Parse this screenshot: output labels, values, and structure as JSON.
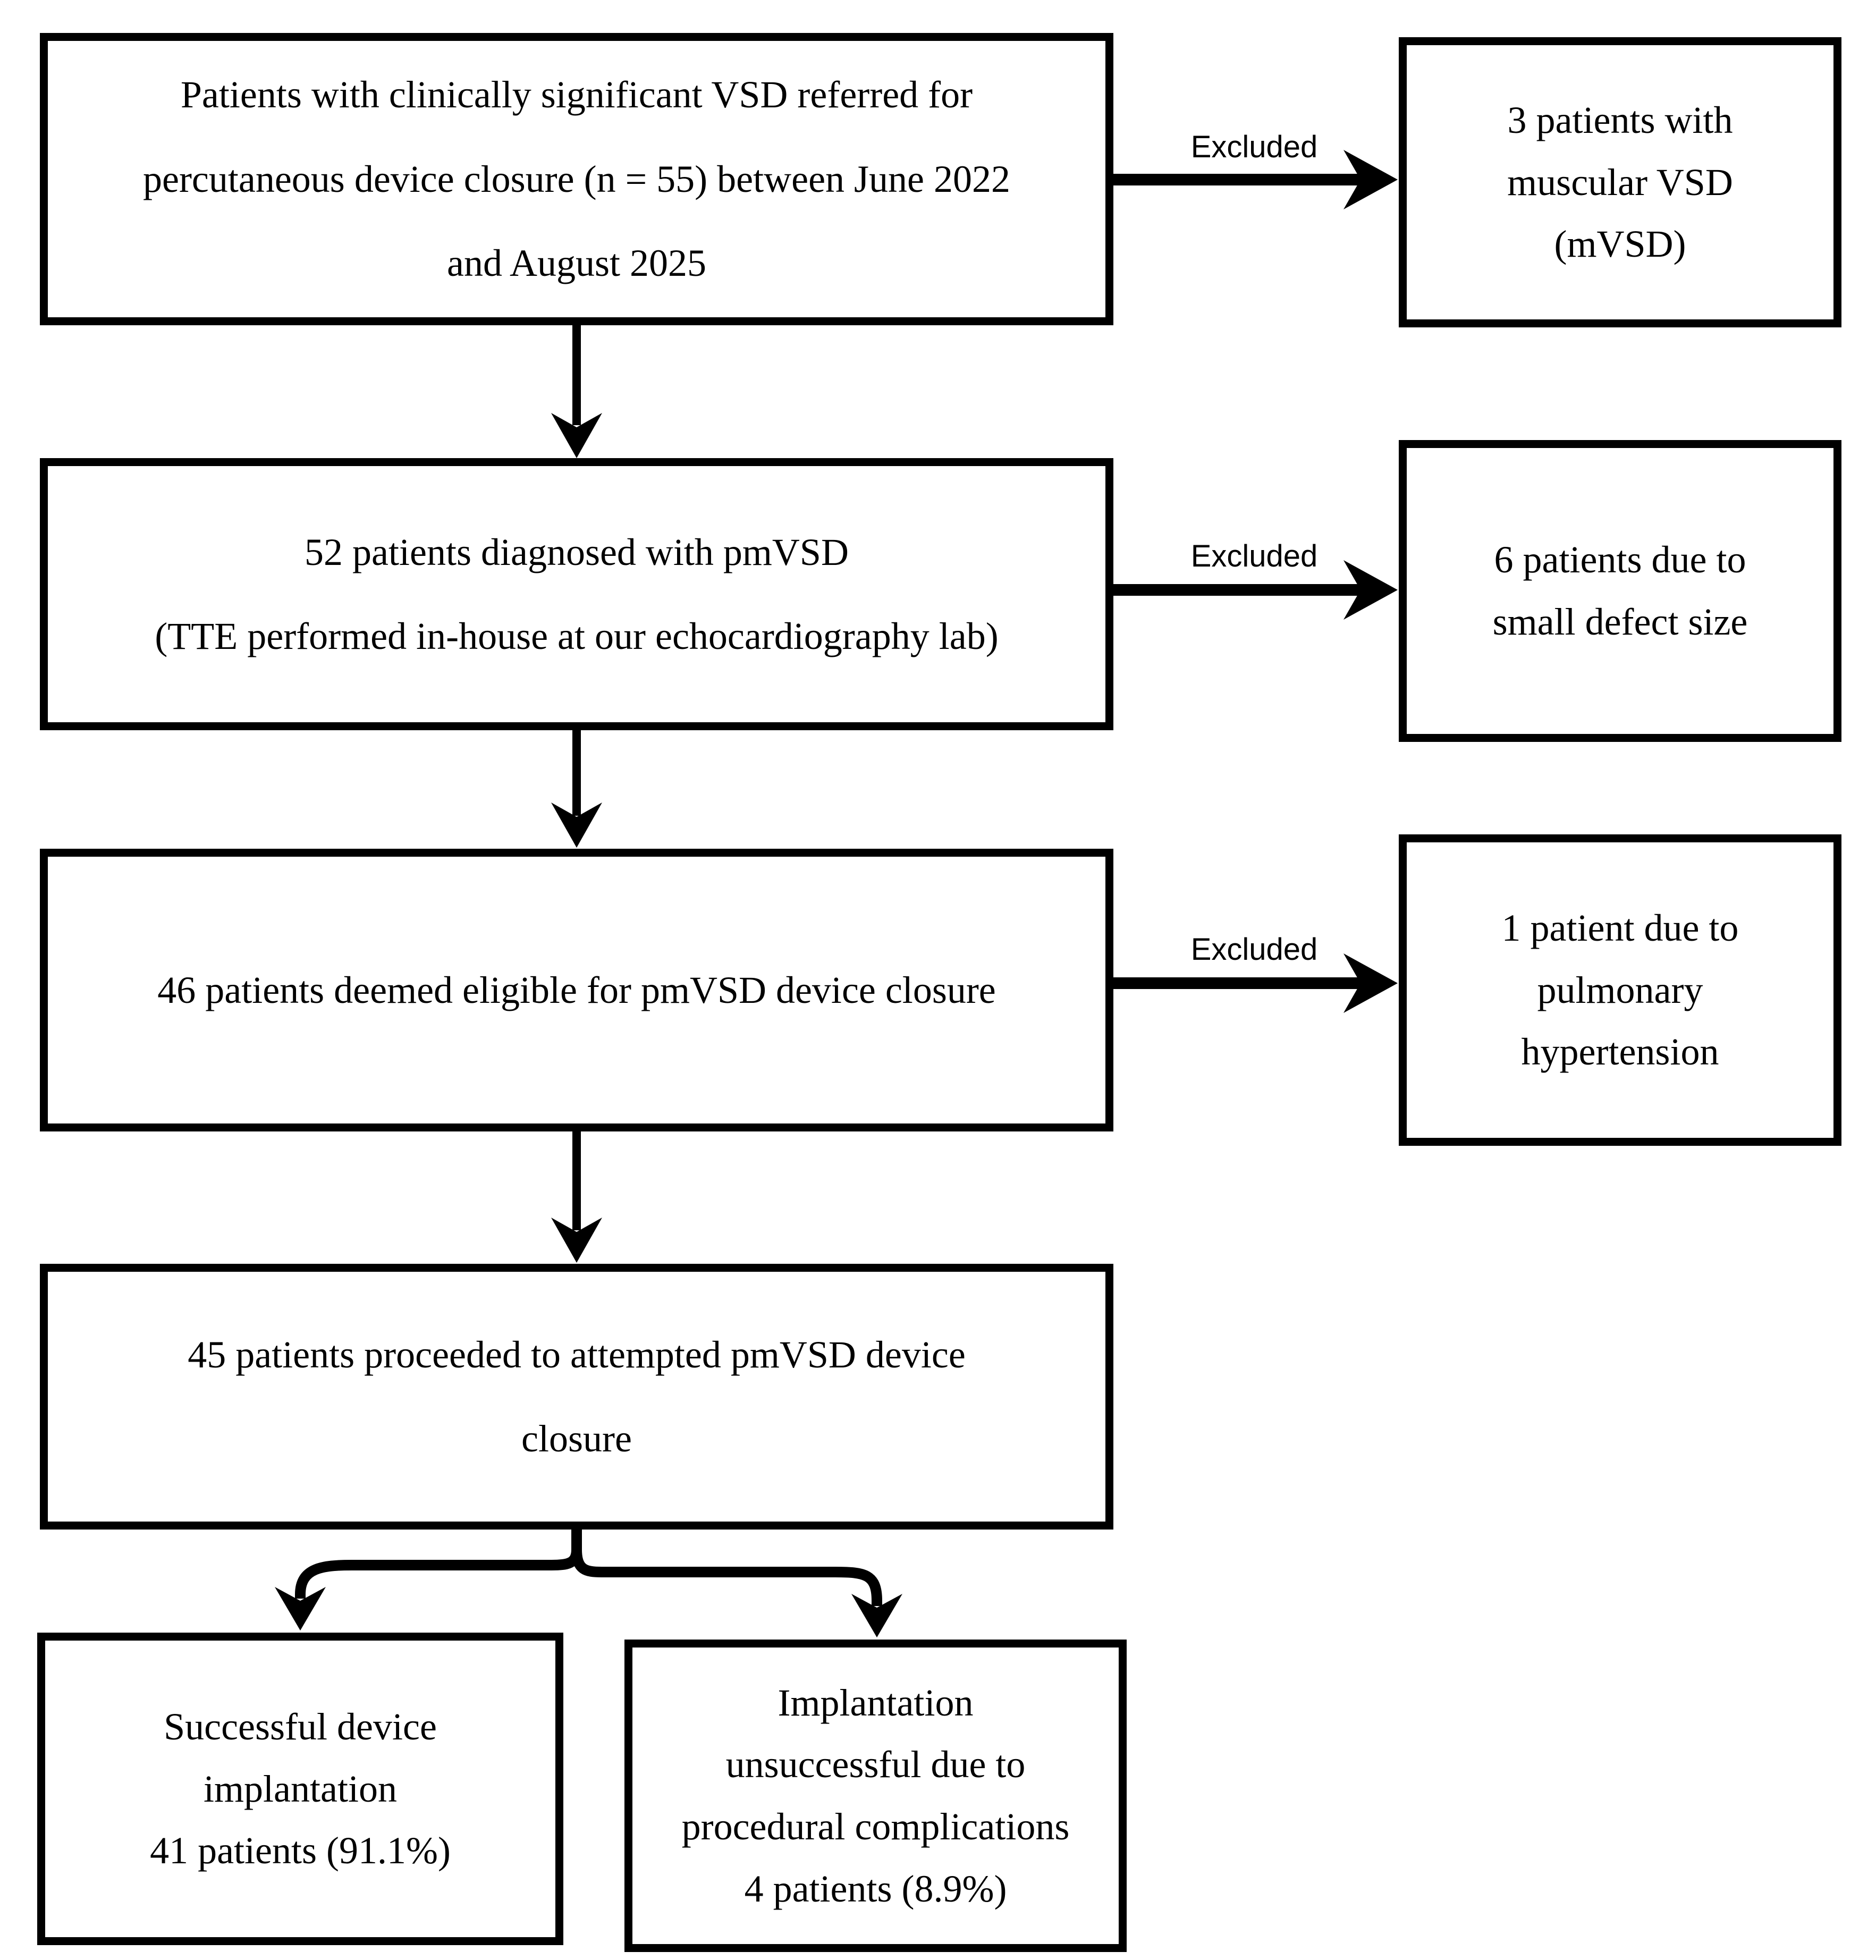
{
  "diagram": {
    "type": "flowchart",
    "colors": {
      "line": "#000000",
      "background": "#ffffff",
      "text": "#000000"
    },
    "excluded_label": "Excluded",
    "nodes": {
      "referred": {
        "text": "Patients with clinically significant VSD referred for\npercutaneous device closure (n = 55) between June 2022\nand August 2025"
      },
      "excluded_mvsd": {
        "text": "3 patients with\nmuscular VSD\n(mVSD)"
      },
      "diagnosed": {
        "text": "52 patients diagnosed with pmVSD\n(TTE performed in-house at our echocardiography lab)"
      },
      "excluded_small_defect": {
        "text": "6 patients due to\nsmall defect size"
      },
      "eligible": {
        "text": "46 patients deemed eligible for pmVSD device closure"
      },
      "excluded_pulmonary_hypertension": {
        "text": "1 patient due to\npulmonary\nhypertension"
      },
      "attempted": {
        "text": "45 patients proceeded to attempted pmVSD device\nclosure"
      },
      "successful": {
        "text": "Successful device\nimplantation\n41 patients (91.1%)"
      },
      "unsuccessful": {
        "text": "Implantation\nunsuccessful due to\nprocedural complications\n4 patients (8.9%)"
      }
    }
  }
}
